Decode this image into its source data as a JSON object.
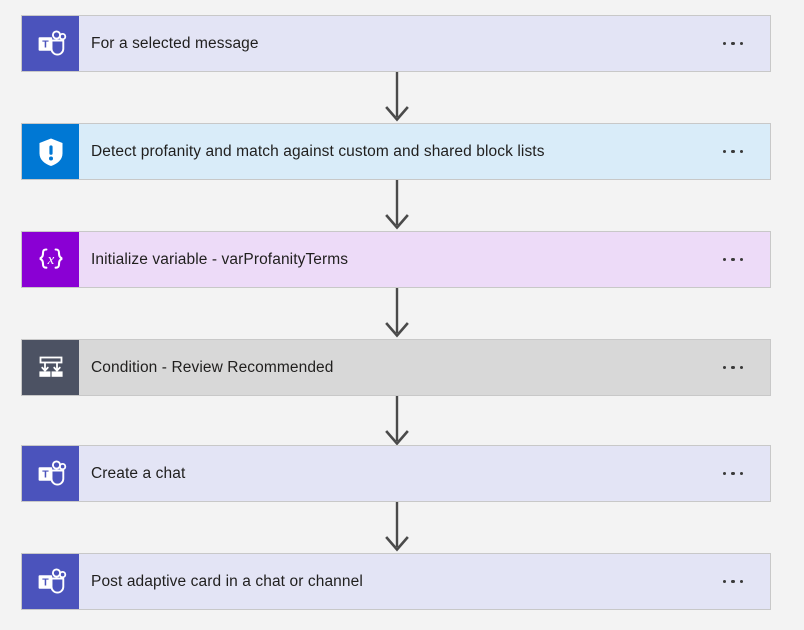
{
  "flow": {
    "background_color": "#f3f3f3",
    "menu_glyph": "ellipsis-horizontal",
    "connector_color": "#4a4a4a",
    "nodes": [
      {
        "label": "For a selected message",
        "icon": "microsoft-teams-icon",
        "icon_bg": "#4b53bc",
        "card_bg": "#e3e4f5",
        "variant": "v-teams"
      },
      {
        "label": "Detect profanity and match against custom and shared block lists",
        "icon": "shield-exclamation-icon",
        "icon_bg": "#0078d4",
        "card_bg": "#d9ecf9",
        "variant": "v-shield"
      },
      {
        "label": "Initialize variable - varProfanityTerms",
        "icon": "variable-braces-x-icon",
        "icon_bg": "#8a00d4",
        "card_bg": "#eddbf8",
        "variant": "v-var"
      },
      {
        "label": "Condition - Review Recommended",
        "icon": "condition-branch-icon",
        "icon_bg": "#4c5263",
        "card_bg": "#d8d8d8",
        "variant": "v-cond"
      },
      {
        "label": "Create a chat",
        "icon": "microsoft-teams-icon",
        "icon_bg": "#4b53bc",
        "card_bg": "#e3e4f5",
        "variant": "v-teams"
      },
      {
        "label": "Post adaptive card in a chat or channel",
        "icon": "microsoft-teams-icon",
        "icon_bg": "#4b53bc",
        "card_bg": "#e3e4f5",
        "variant": "v-teams"
      }
    ]
  }
}
